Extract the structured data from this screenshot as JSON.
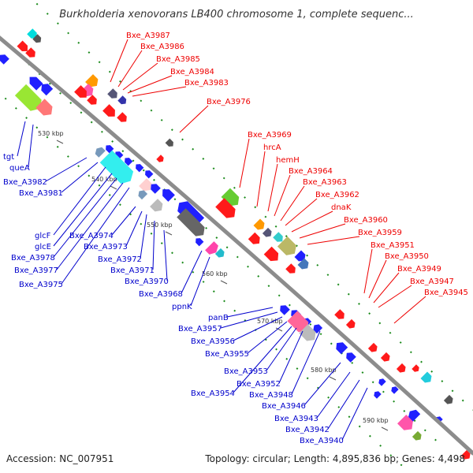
{
  "title": "Burkholderia xenovorans LB400 chromosome 1, complete sequenc...",
  "footer": {
    "accession": "Accession: NC_007951",
    "summary": "Topology: circular; Length: 4,895,836 bp; Genes: 4,498"
  },
  "colors": {
    "backbone": "#8c8c8c",
    "label_red": "#ee0000",
    "label_blue": "#0000cc",
    "tick_green": "#1a8a1a"
  },
  "ticks": [
    "530 kbp",
    "540 kbp",
    "550 kbp",
    "560 kbp",
    "570 kbp",
    "580 kbp",
    "590 kbp"
  ],
  "labels_red": [
    "Bxe_A3987",
    "Bxe_A3986",
    "Bxe_A3985",
    "Bxe_A3984",
    "Bxe_A3983",
    "Bxe_A3976",
    "Bxe_A3969",
    "hrcA",
    "hemH",
    "Bxe_A3964",
    "Bxe_A3963",
    "Bxe_A3962",
    "dnaK",
    "Bxe_A3960",
    "Bxe_A3959",
    "Bxe_A3951",
    "Bxe_A3950",
    "Bxe_A3949",
    "Bxe_A3947",
    "Bxe_A3945"
  ],
  "labels_blue": [
    "tgt",
    "queA",
    "Bxe_A3982",
    "Bxe_A3981",
    "glcF",
    "glcE",
    "Bxe_A3974",
    "Bxe_A3978",
    "Bxe_A3973",
    "Bxe_A3977",
    "Bxe_A3972",
    "Bxe_A3975",
    "Bxe_A3971",
    "Bxe_A3970",
    "Bxe_A3968",
    "ppnK",
    "panB",
    "Bxe_A3957",
    "Bxe_A3956",
    "Bxe_A3955",
    "Bxe_A3953",
    "Bxe_A3952",
    "Bxe_A3954",
    "Bxe_A3948",
    "Bxe_A3946",
    "Bxe_A3943",
    "Bxe_A3942",
    "Bxe_A3940"
  ]
}
